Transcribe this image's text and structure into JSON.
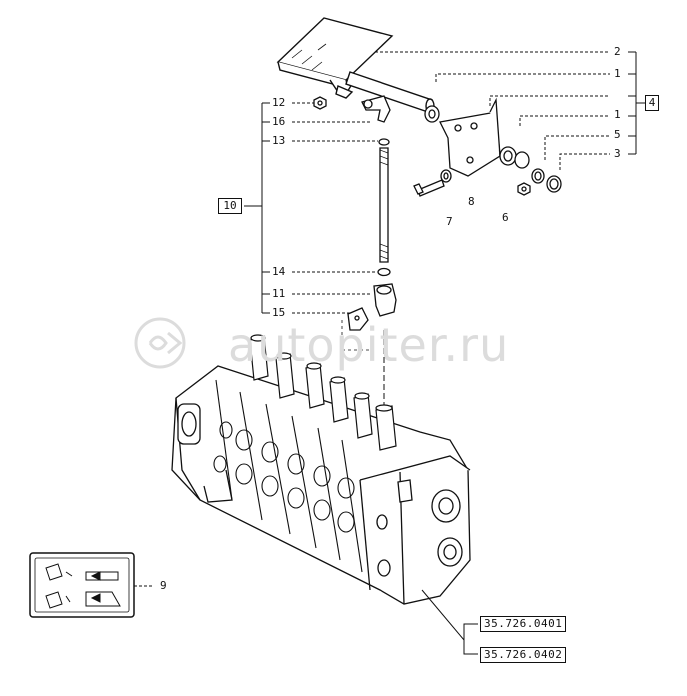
{
  "watermark": {
    "text": "autopiter.ru",
    "logo_text": "a"
  },
  "callouts": {
    "c2": "2",
    "c1a": "1",
    "c1b": "1",
    "c5": "5",
    "c3": "3",
    "c12": "12",
    "c16": "16",
    "c13": "13",
    "c14": "14",
    "c11": "11",
    "c15": "15",
    "c7": "7",
    "c8": "8",
    "c6": "6",
    "c9": "9"
  },
  "group_boxes": {
    "g4": "4",
    "g10": "10"
  },
  "references": {
    "ref1": "35.726.0401",
    "ref2": "35.726.0402"
  },
  "icons": [
    "joystick-pattern-decal-icon"
  ]
}
